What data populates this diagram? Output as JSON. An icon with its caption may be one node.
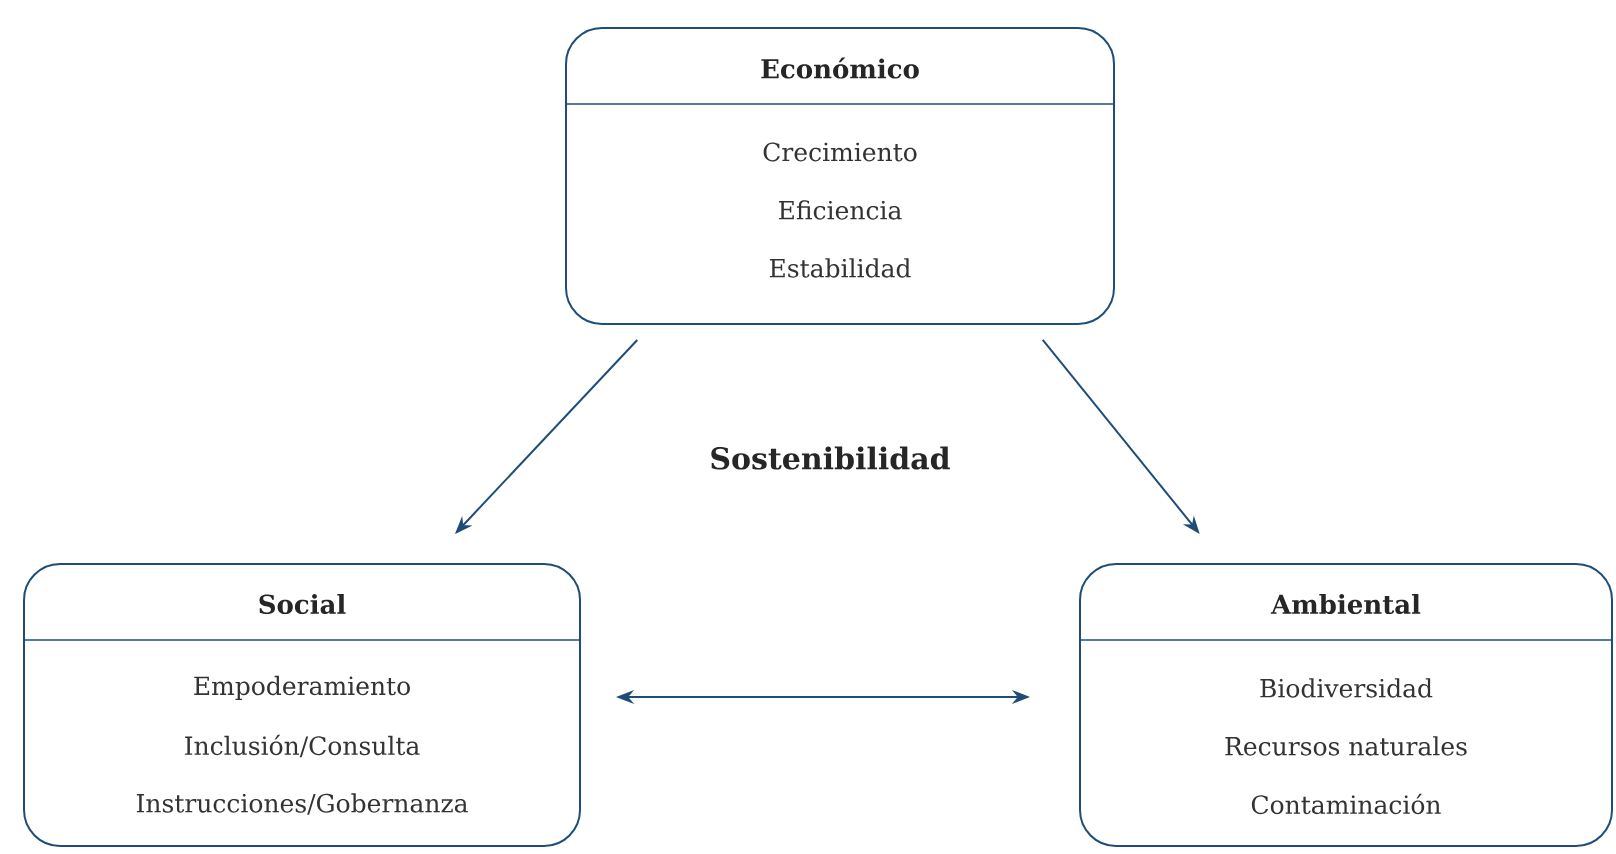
{
  "diagram": {
    "nodes": [
      {
        "text": [
          "Económico",
          "Crecimiento",
          "Eficiencia",
          "Estabilidad"
        ]
      },
      {
        "text": [
          "Social",
          "Empoderamiento",
          "Inclusión/Consulta",
          "Instrucciones/Gobernanza"
        ]
      },
      {
        "text": [
          "Ambiental",
          "Biodiversidad",
          "Recursos naturales",
          "Contaminación"
        ]
      }
    ],
    "edges": [
      {
        "from": 0,
        "to": 1,
        "arrow": "to"
      },
      {
        "from": 0,
        "to": 2,
        "arrow": "to"
      },
      {
        "from": 1,
        "to": 2,
        "arrow": "both"
      }
    ],
    "labels": [
      "Sostenibilidad"
    ]
  }
}
